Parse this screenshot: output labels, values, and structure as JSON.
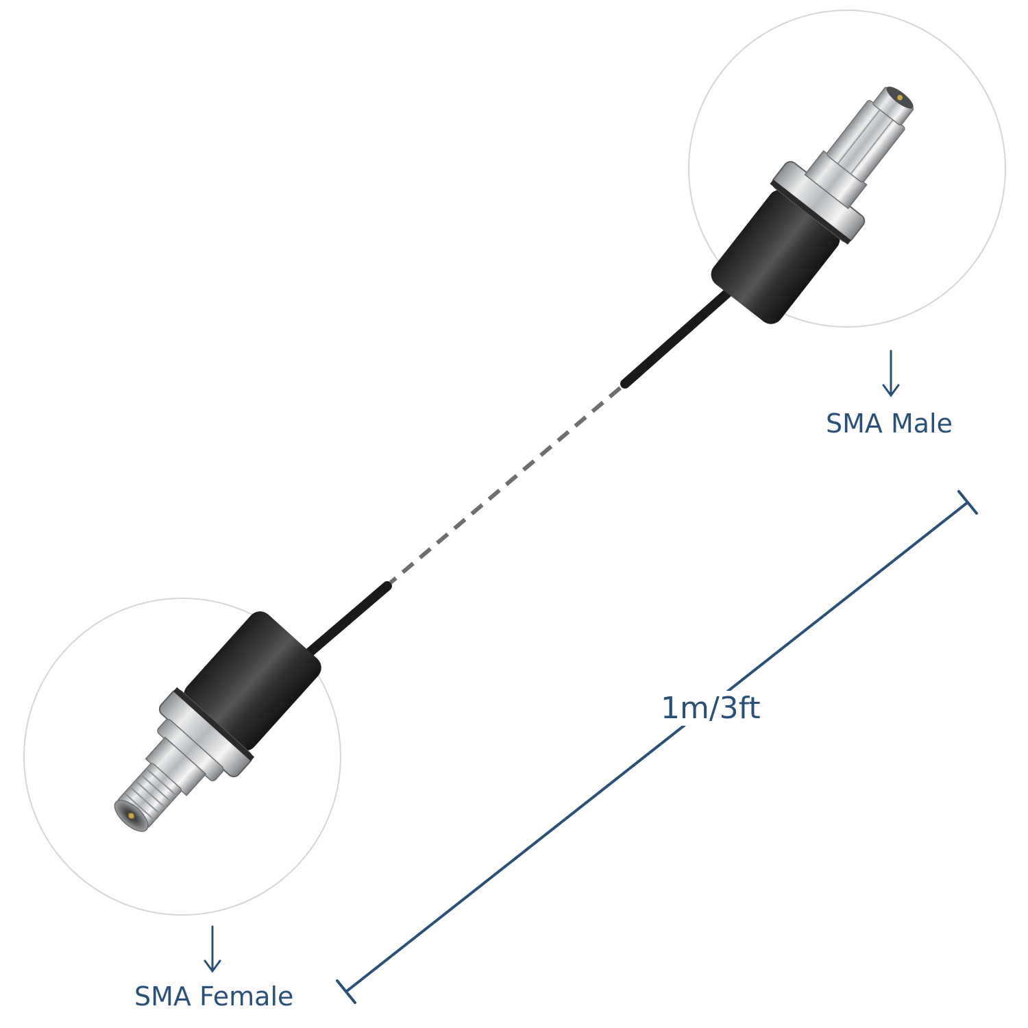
{
  "labels": {
    "male": "SMA Male",
    "female": "SMA Female",
    "length": "1m/3ft"
  },
  "colors": {
    "accent": "#2a5078",
    "cable": "#1a1a1a",
    "dashes": "#6e6e6e",
    "circle_border": "#d6d6d6"
  },
  "icons": {
    "male_arrow": "down-arrow-icon",
    "female_arrow": "down-arrow-icon",
    "dimension_line": "dimension-line-icon"
  }
}
